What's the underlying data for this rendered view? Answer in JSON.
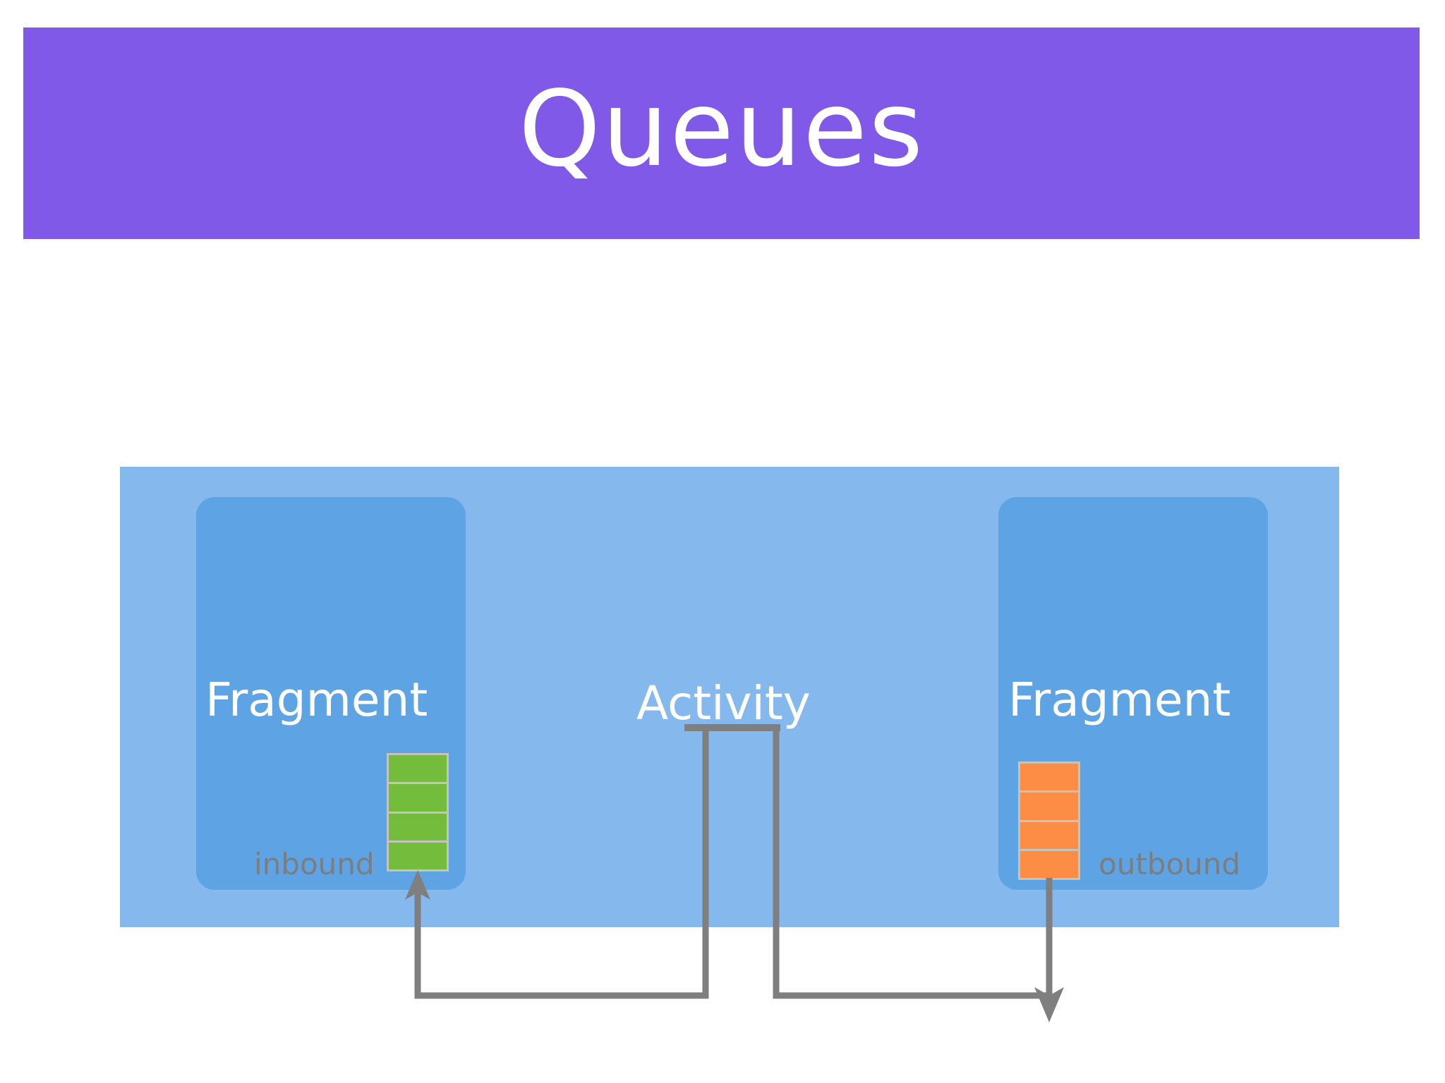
{
  "slide": {
    "title": "Queues",
    "title_bg_color": "#8059e8",
    "title_text_color": "#ffffff",
    "background_color": "#ffffff"
  },
  "diagram": {
    "container": {
      "name": "Activity",
      "label": "Activity",
      "bg_color": "#85b9ee"
    },
    "fragments": [
      {
        "label": "Fragment",
        "side": "left",
        "bg_color": "#5ea3e4",
        "queue": {
          "label": "inbound",
          "label_color": "#7d7d7d",
          "cell_color": "#74bd3c",
          "cell_count": 4
        }
      },
      {
        "label": "Fragment",
        "side": "right",
        "bg_color": "#5ea3e4",
        "queue": {
          "label": "outbound",
          "label_color": "#7d7d7d",
          "cell_color": "#fd8c45",
          "cell_count": 4
        }
      }
    ],
    "connectors": [
      {
        "name": "outbound-to-activity",
        "from": "activity-left-leg",
        "to": "inbound-queue",
        "direction": "up",
        "color": "#7f7f7f"
      },
      {
        "name": "activity-to-outbound",
        "from": "activity-right-leg",
        "to": "outbound-queue",
        "direction": "down",
        "color": "#7f7f7f"
      }
    ]
  }
}
